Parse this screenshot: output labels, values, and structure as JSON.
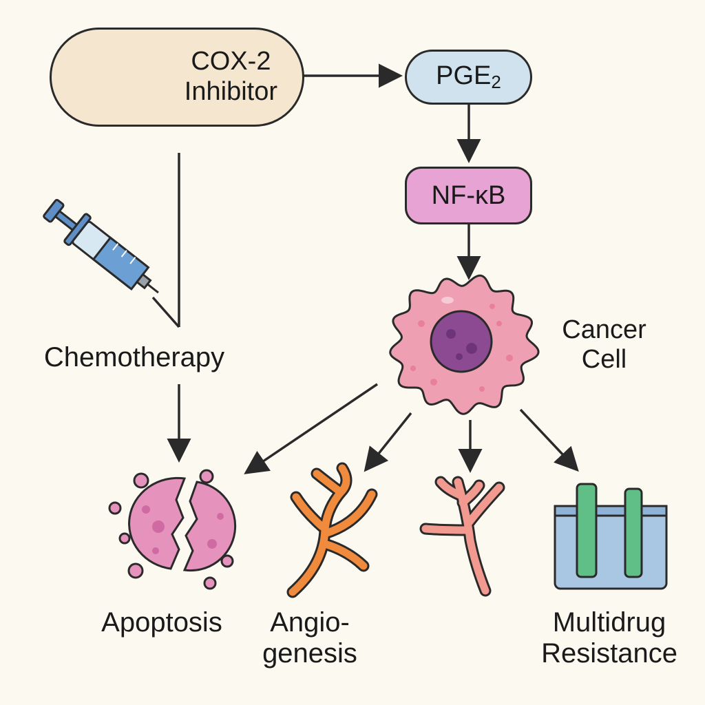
{
  "nodes": {
    "cox2": {
      "line1": "COX-2",
      "line2": "Inhibitor"
    },
    "pge2": {
      "base": "PGE",
      "sub": "2"
    },
    "nfkb": {
      "label": "NF-κB"
    },
    "cancer_cell": {
      "line1": "Cancer",
      "line2": "Cell"
    },
    "chemotherapy": {
      "label": "Chemotherapy"
    }
  },
  "outcomes": {
    "apoptosis": {
      "label": "Apoptosis"
    },
    "angiogenesis": {
      "line1": "Angio-",
      "line2": "genesis"
    },
    "multidrug": {
      "line1": "Multidrug",
      "line2": "Resistance"
    }
  },
  "colors": {
    "background": "#fcf9f1",
    "stroke": "#2a2a2a",
    "cox2_fill": "#f5e6cf",
    "pge2_fill": "#cfe2ee",
    "nfkb_fill": "#e6a3d3",
    "cell_fill": "#ee9fb2",
    "nucleus_fill": "#8c4a93",
    "apoptosis_fill": "#e592bd",
    "vessel_orange": "#f08a3c",
    "vessel_pink": "#f29a90",
    "membrane_blue": "#a9c7e3",
    "pump_green": "#5fbf87",
    "syringe_blue": "#5e8fc7",
    "pill_yellow": "#f4c64a"
  },
  "icons": [
    "pill-icon",
    "syringe-icon",
    "cancer-cell-icon",
    "apoptosis-icon",
    "blood-vessel-icon",
    "membrane-pump-icon"
  ]
}
